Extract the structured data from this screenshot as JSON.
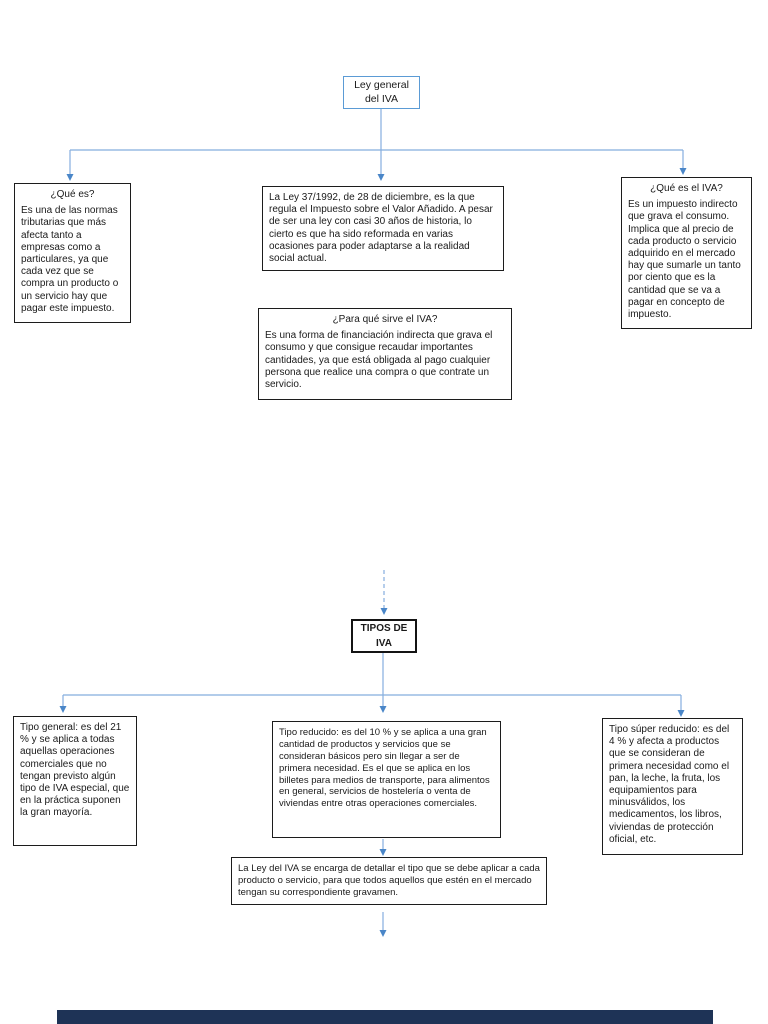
{
  "document": {
    "language": "es",
    "topic": "Ley general del IVA"
  },
  "colors": {
    "page_bg": "#ffffff",
    "connector_line": "#85aede",
    "arrowhead": "#4a86c8",
    "root_box_border": "#5b9bd5",
    "box_border": "#1c1c1c",
    "text": "#1a1a1a",
    "next_page_bar": "#1e3356"
  },
  "nodes": {
    "root": {
      "label": "Ley general del IVA"
    },
    "que_es": {
      "title": "¿Qué es?",
      "body": "Es una de las normas tributarias que más afecta tanto a empresas como a particulares, ya que cada vez que se compra un producto o un servicio hay que pagar este impuesto."
    },
    "ley_37_1992": {
      "body": "La Ley 37/1992, de 28 de diciembre, es la que regula el Impuesto sobre el Valor Añadido. A pesar de ser una ley con casi 30 años de historia, lo cierto es que ha sido reformada en varias ocasiones para poder adaptarse a la realidad social actual."
    },
    "que_es_el_iva": {
      "title": "¿Qué es el IVA?",
      "body": "Es un impuesto indirecto que grava el consumo. Implica que al precio de cada producto o servicio adquirido en el mercado hay que sumarle un tanto por ciento que es la cantidad que se va a pagar en concepto de impuesto."
    },
    "para_que_sirve": {
      "title": "¿Para qué sirve el IVA?",
      "body": "Es una forma de financiación indirecta que grava el consumo y que consigue recaudar importantes cantidades, ya que está obligada al pago cualquier persona que realice una compra o que contrate un servicio."
    },
    "tipos_de_iva": {
      "label": "TIPOS DE IVA"
    },
    "tipo_general": {
      "body": "Tipo general: es del 21 % y se aplica a todas aquellas operaciones comerciales que no tengan previsto algún tipo de IVA especial, que en la práctica suponen la gran mayoría."
    },
    "tipo_reducido": {
      "body": "Tipo reducido: es del 10 % y se aplica a una gran cantidad de productos y servicios que se consideran básicos pero sin llegar a ser de primera necesidad. Es el que se aplica en los billetes para medios de transporte, para alimentos en general, servicios de hostelería o venta de viviendas entre otras operaciones comerciales."
    },
    "tipo_super_reducido": {
      "body": "Tipo súper reducido: es del 4 % y afecta a productos que se consideran de primera necesidad como el pan, la leche, la fruta, los equipamientos para minusválidos, los medicamentos, los libros, viviendas de protección oficial, etc."
    },
    "ley_detalla_tipo": {
      "body": "La Ley del IVA se encarga de detallar el tipo que se debe aplicar a cada producto o servicio, para que todos aquellos que estén en el mercado tengan su correspondiente gravamen."
    }
  }
}
